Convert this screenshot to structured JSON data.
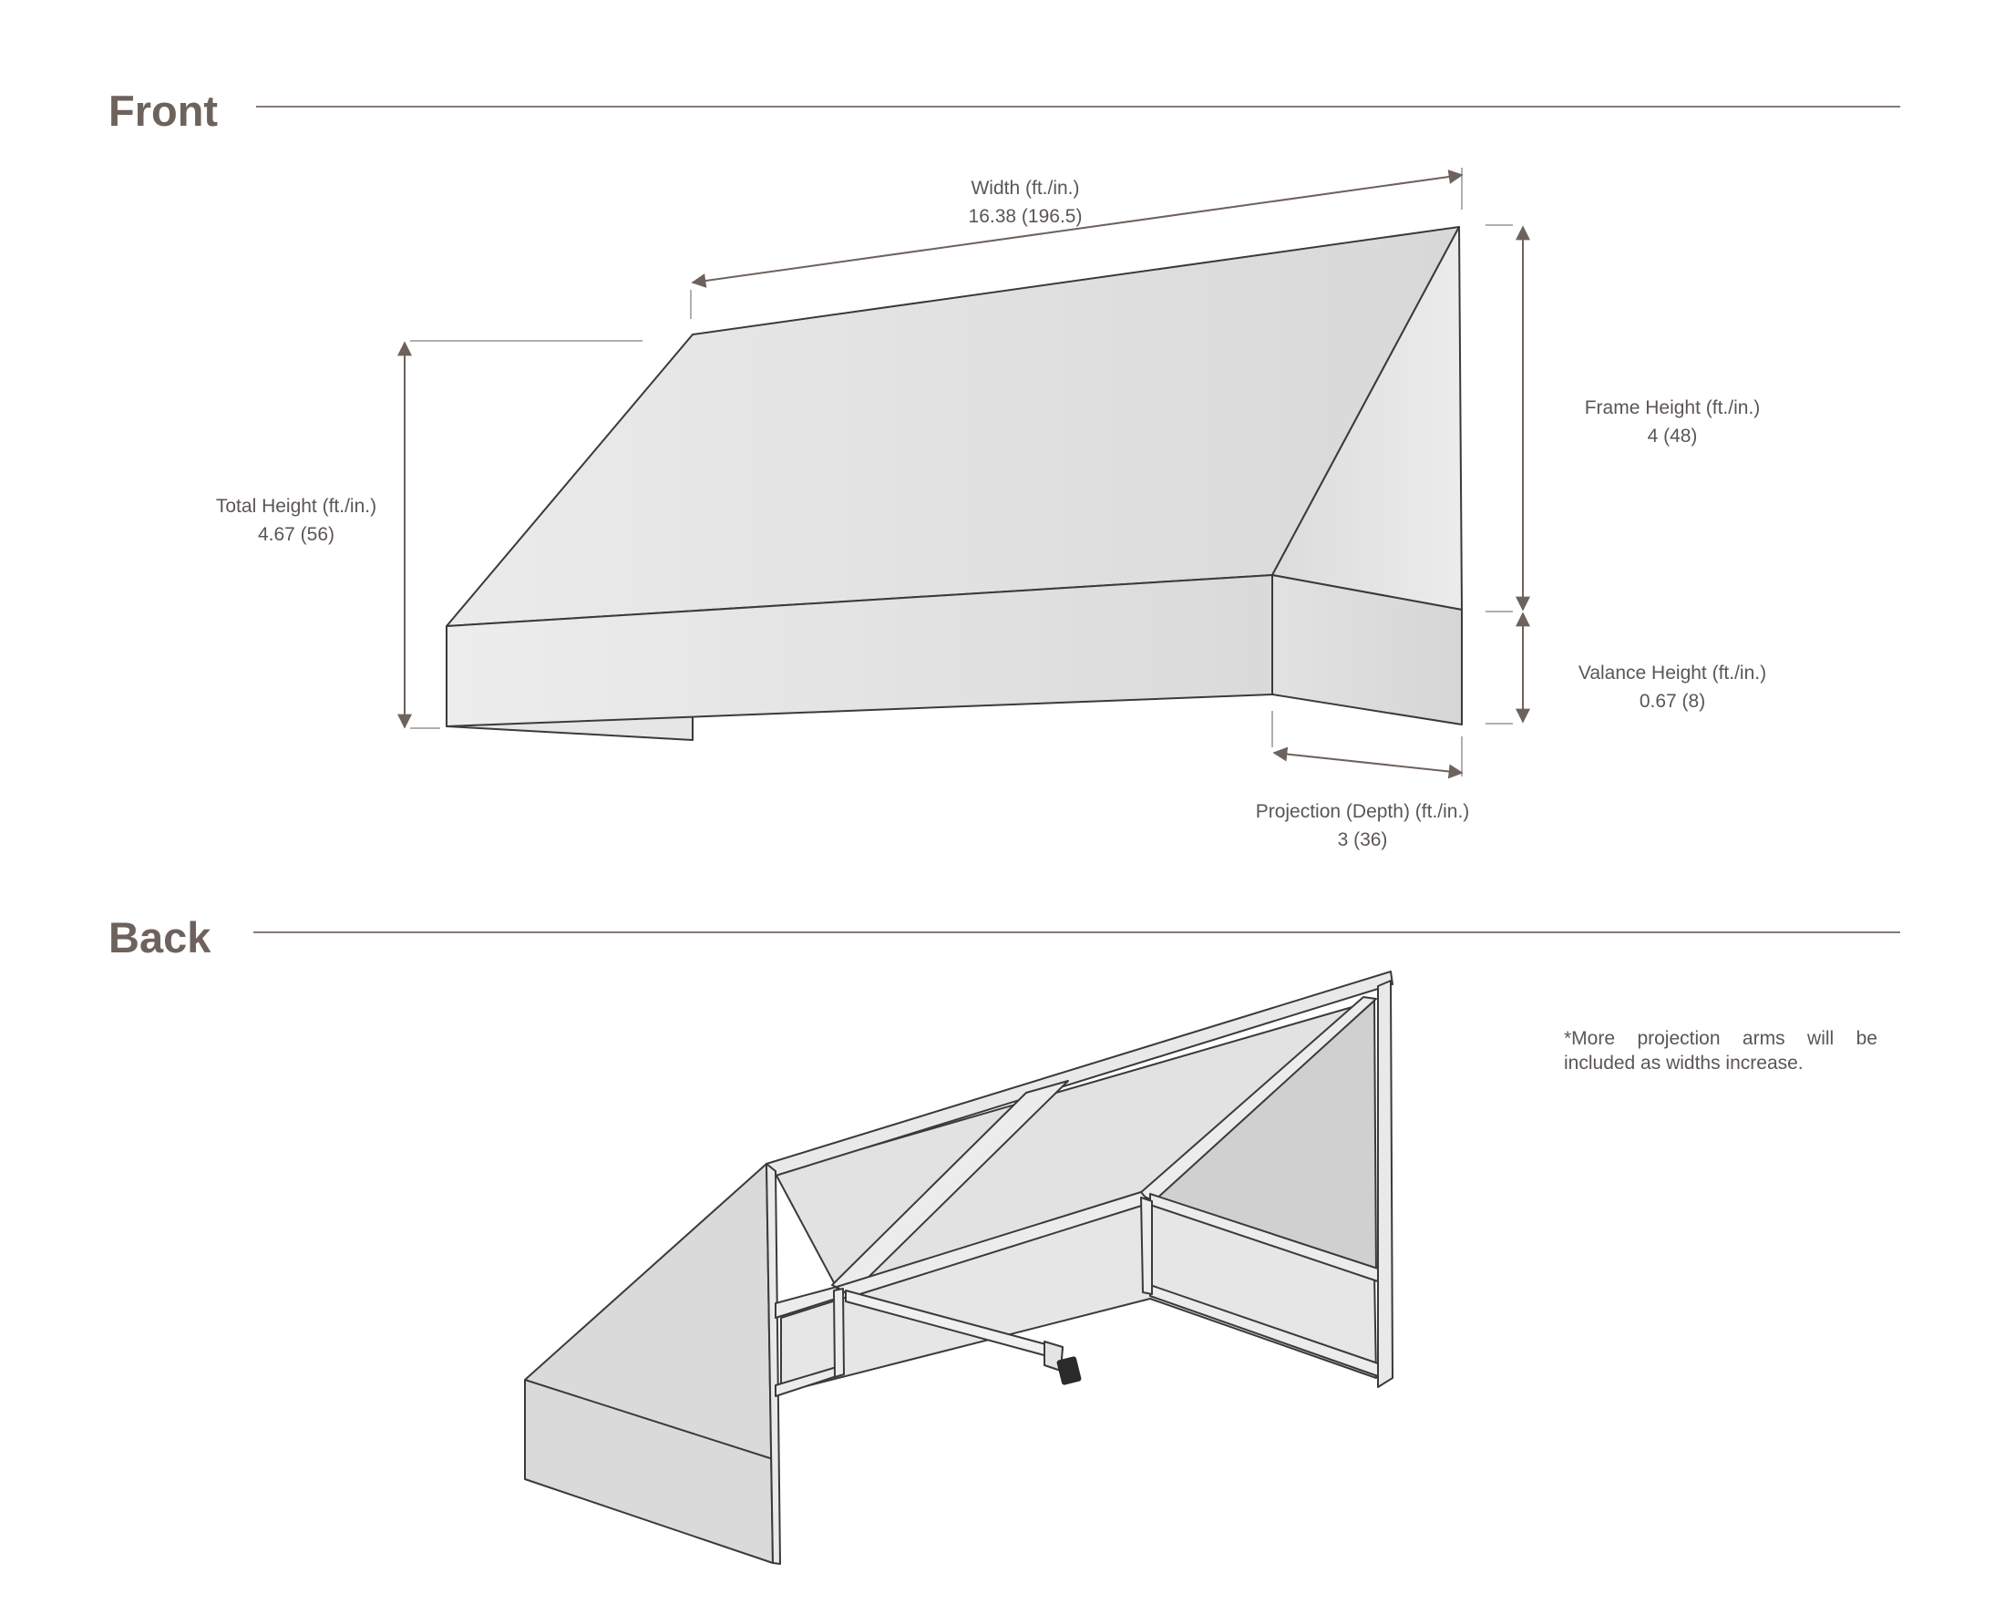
{
  "front": {
    "title": "Front",
    "dimensions": {
      "width": {
        "label": "Width (ft./in.)",
        "value": "16.38 (196.5)"
      },
      "total_height": {
        "label": "Total Height (ft./in.)",
        "value": "4.67 (56)"
      },
      "frame_height": {
        "label": "Frame Height (ft./in.)",
        "value": "4 (48)"
      },
      "valance_height": {
        "label": "Valance Height (ft./in.)",
        "value": "0.67 (8)"
      },
      "projection": {
        "label": "Projection (Depth) (ft./in.)",
        "value": "3 (36)"
      }
    }
  },
  "back": {
    "title": "Back",
    "note": "*More projection arms will be included as widths increase."
  },
  "colors": {
    "heading": "#6e625d",
    "rule": "#857a76",
    "label": "#5b5654",
    "outline": "#3c3a39",
    "fabric_light": "#ececec",
    "fabric_dark": "#d4d4d4",
    "arm_bracket": "#2a2a2a"
  }
}
